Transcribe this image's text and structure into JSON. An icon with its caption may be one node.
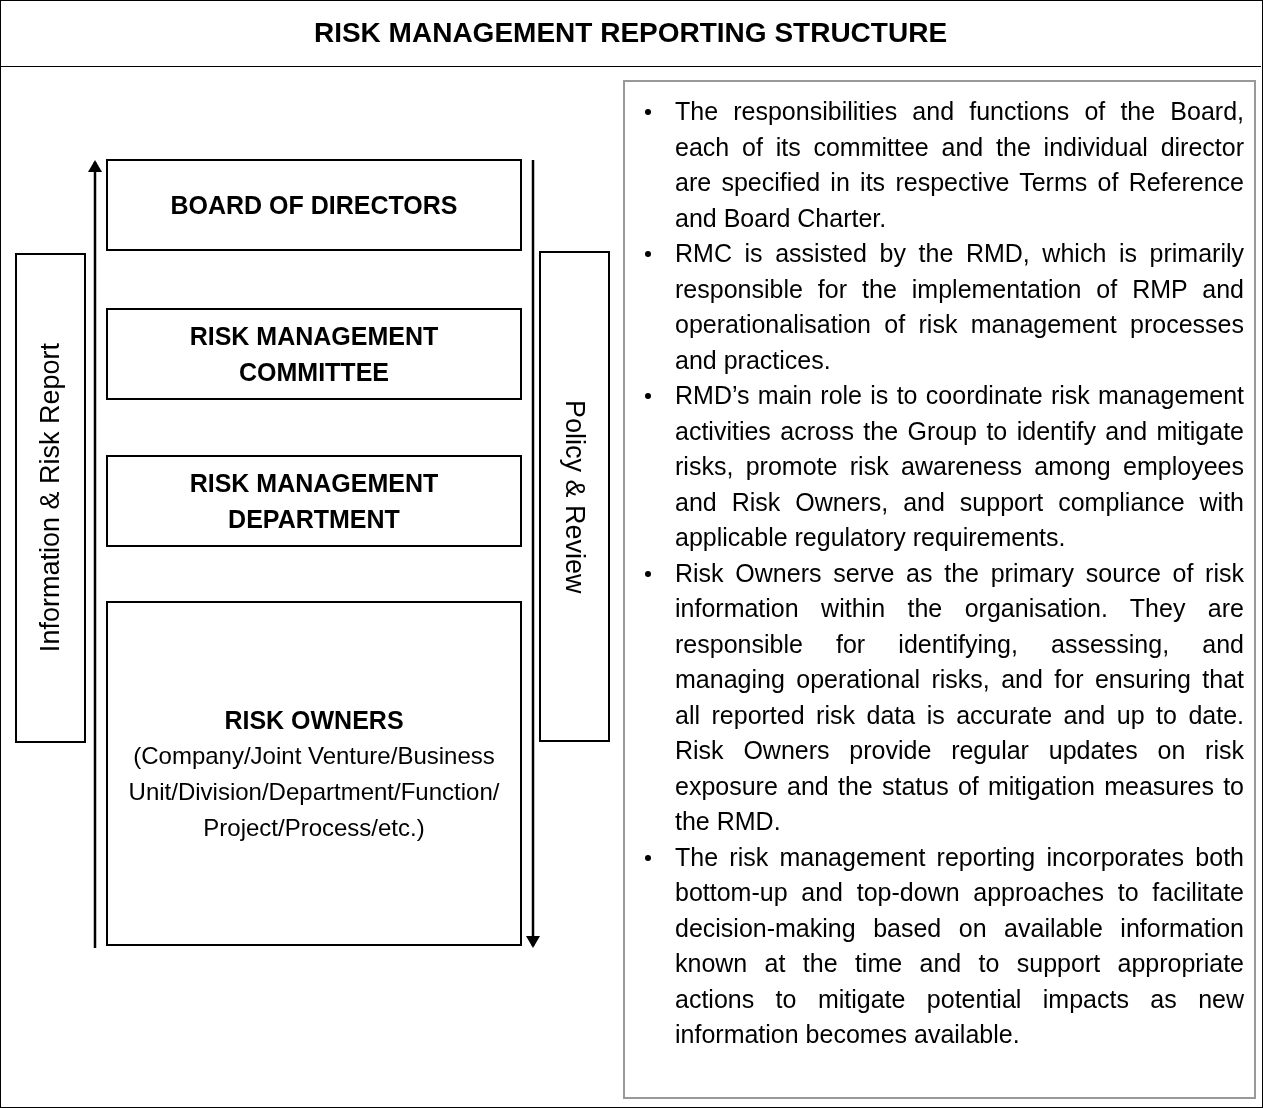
{
  "diagram": {
    "title": "RISK MANAGEMENT REPORTING STRUCTURE",
    "nodes": [
      {
        "text": [
          "BOARD OF DIRECTORS"
        ]
      },
      {
        "text": [
          "RISK MANAGEMENT COMMITTEE"
        ]
      },
      {
        "text": [
          "RISK MANAGEMENT DEPARTMENT"
        ]
      },
      {
        "text": [
          "RISK OWNERS",
          "(Company/Joint Venture/Business Unit/Division/Department/Function/ Project/Process/etc.)"
        ]
      },
      {
        "text": [
          "Information & Risk Report"
        ]
      },
      {
        "text": [
          "Policy & Review"
        ]
      },
      {
        "text": [
          "The responsibilities and functions of the Board, each of its committee and the individual director are specified in its respective Terms of Reference and Board Charter.",
          "RMC is assisted by the RMD, which is primarily responsible for the implementation of RMP and operationalisation of risk management processes and practices.",
          "RMD’s main role is to coordinate risk management activities across the Group to identify and mitigate risks, promote risk awareness among employees and Risk Owners, and support compliance with applicable regulatory requirements.",
          "Risk Owners serve as the primary source of risk information within the organisation. They are responsible for identifying, assessing, and managing operational risks, and for ensuring that all reported risk data is accurate and up to date. Risk Owners provide regular updates on risk exposure and the status of mitigation measures to the RMD.",
          "The risk management reporting incorporates both bottom-up and top-down approaches to facilitate decision-making based on available information known at the time and to support appropriate actions to mitigate potential impacts as new information becomes available."
        ]
      }
    ]
  }
}
